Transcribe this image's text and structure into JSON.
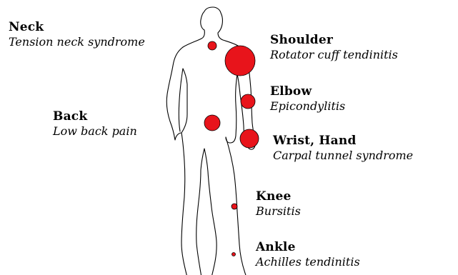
{
  "colors": {
    "marker_fill": "#e8141b",
    "marker_stroke": "#000000",
    "outline": "#000000"
  },
  "regions": [
    {
      "id": "neck",
      "title": "Neck",
      "description": "Tension neck syndrome"
    },
    {
      "id": "shoulder",
      "title": "Shoulder",
      "description": "Rotator cuff tendinitis"
    },
    {
      "id": "elbow",
      "title": "Elbow",
      "description": "Epicondylitis"
    },
    {
      "id": "back",
      "title": "Back",
      "description": "Low back pain"
    },
    {
      "id": "wrist",
      "title": "Wrist, Hand",
      "description": "Carpal tunnel syndrome"
    },
    {
      "id": "knee",
      "title": "Knee",
      "description": "Bursitis"
    },
    {
      "id": "ankle",
      "title": "Ankle",
      "description": "Achilles tendinitis"
    }
  ]
}
